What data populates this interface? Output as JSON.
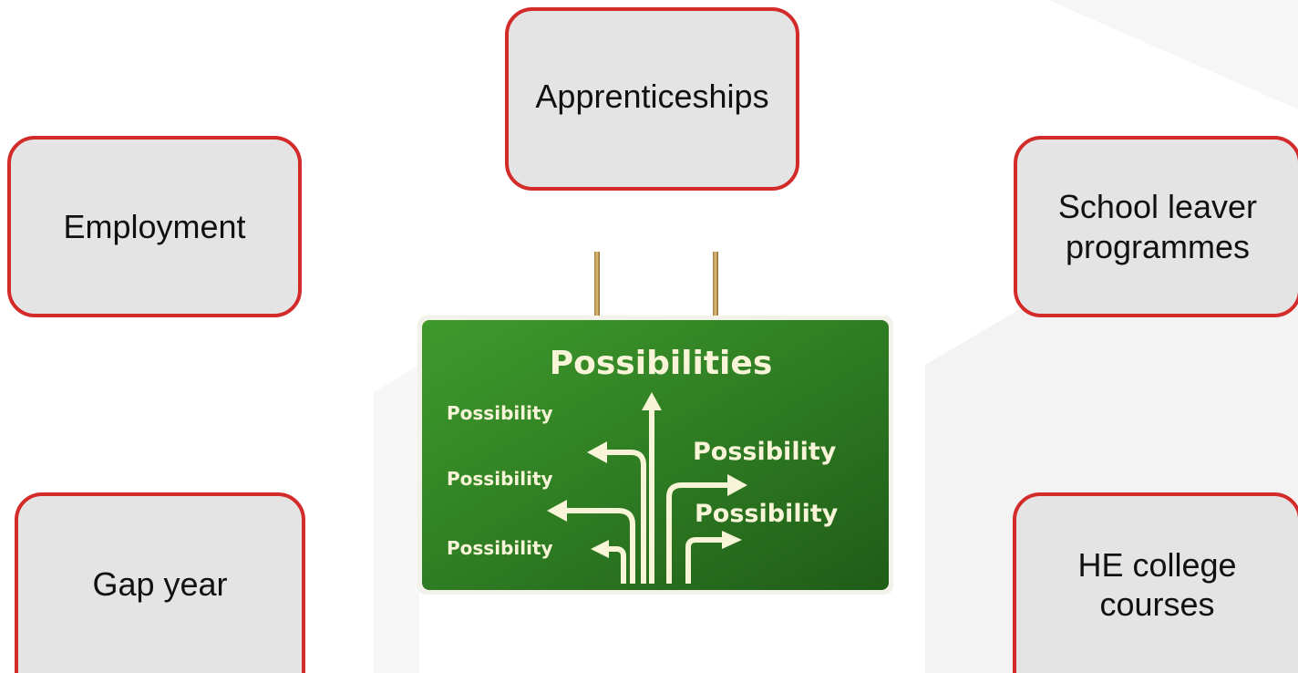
{
  "center_sign": {
    "title": "Possibilities",
    "arrows": [
      {
        "label": "Possibility"
      },
      {
        "label": "Possibility"
      },
      {
        "label": "Possibility"
      },
      {
        "label": "Possibility"
      },
      {
        "label": "Possibility"
      }
    ]
  },
  "boxes": {
    "apprenticeships": "Apprenticeships",
    "employment": "Employment",
    "school_leaver": "School leaver programmes",
    "gap_year": "Gap year",
    "he_college": "HE college courses"
  },
  "colors": {
    "box_fill": "#e4e4e4",
    "box_border": "#d32a2a",
    "sign_green": "#2f7d23",
    "sign_text": "#f7f4d8"
  }
}
